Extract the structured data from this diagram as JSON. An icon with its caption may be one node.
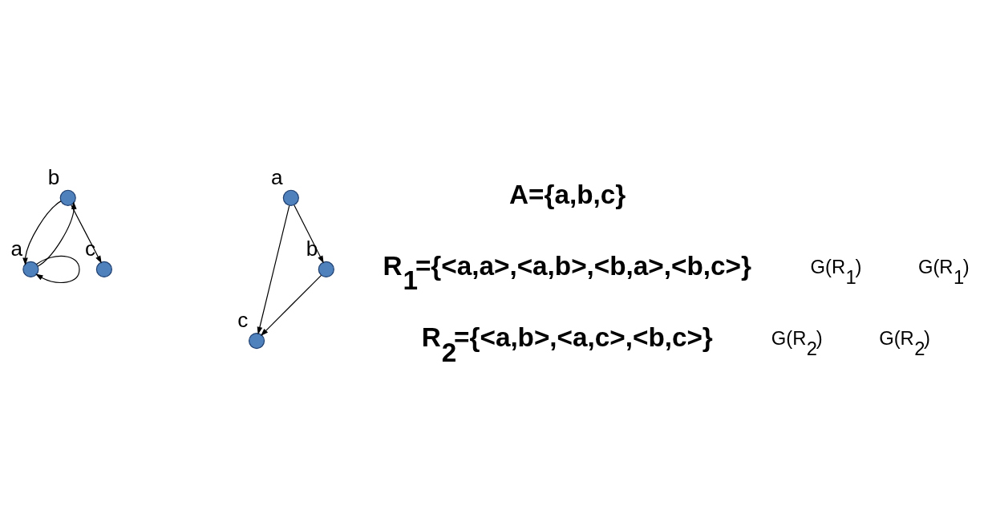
{
  "diagram": {
    "nodes": [
      {
        "text": [],
        "shape": "circle",
        "beside": [
          "c"
        ]
      },
      {
        "text": [],
        "shape": "circle",
        "beside": [
          "a"
        ]
      },
      {
        "text": [],
        "shape": "circle",
        "beside": [
          "b"
        ]
      },
      {
        "text": [],
        "shape": "circle",
        "beside": [
          "c"
        ]
      },
      {
        "text": [],
        "shape": "circle",
        "beside": [
          "a"
        ]
      },
      {
        "text": [],
        "shape": "circle",
        "beside": [
          "b"
        ]
      }
    ],
    "edges": [
      {
        "from": 1,
        "to": 1,
        "arrow": "to"
      },
      {
        "from": 1,
        "to": 2,
        "arrow": "to"
      },
      {
        "from": 2,
        "to": 1,
        "arrow": "to"
      },
      {
        "from": 2,
        "to": 0,
        "arrow": "to"
      },
      {
        "from": 4,
        "to": 5,
        "arrow": "to"
      },
      {
        "from": 4,
        "to": 3,
        "arrow": "to"
      },
      {
        "from": 5,
        "to": 3,
        "arrow": "to"
      }
    ],
    "labels": [
      "A={a,b,c}",
      "R$_{1}$={<a,a>,<a,b>,<b,a>,<b,c>}",
      "G(R$_{1}$)",
      "G(R$_{1}$)",
      "R$_{2}$={<a,b>,<a,c>,<b,c>}",
      "G(R$_{2}$)",
      "G(R$_{2}$)"
    ]
  }
}
